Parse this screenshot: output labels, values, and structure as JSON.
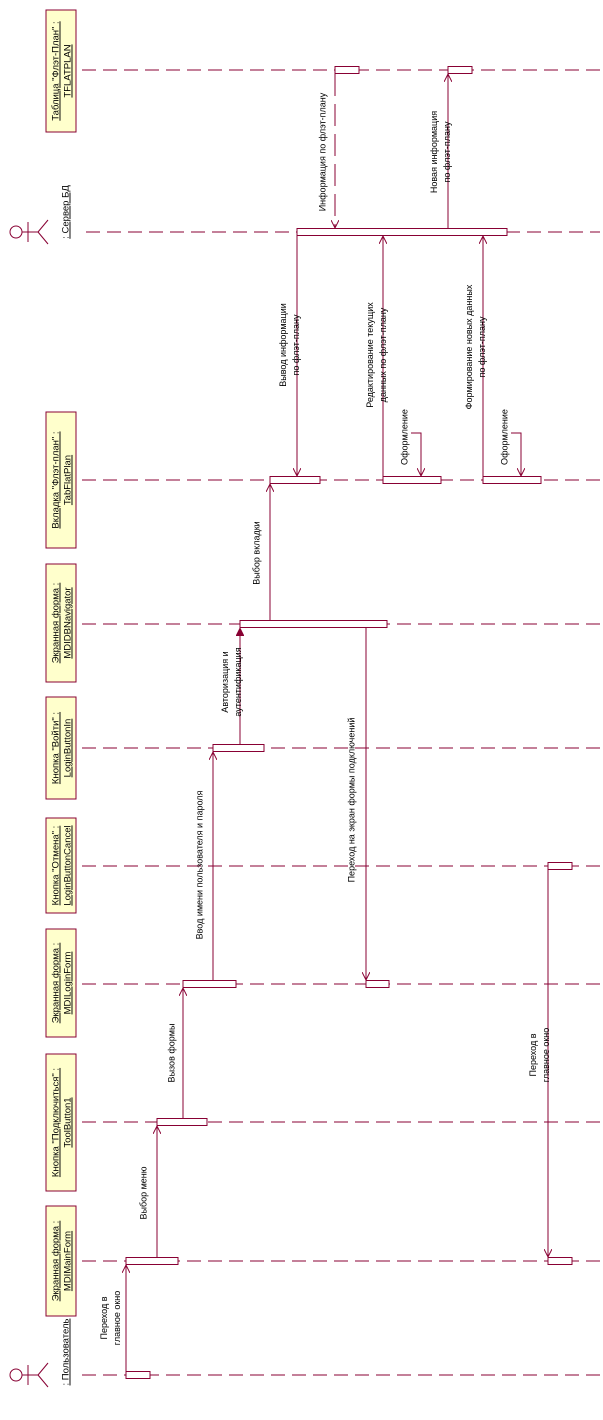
{
  "colors": {
    "line": "#880033",
    "box_fill": "#ffffcc",
    "box_border": "#880033",
    "text": "#000000"
  },
  "participants": [
    {
      "id": "table_flatplan",
      "kind": "object",
      "lines": [
        "Таблица \"Флэт-План\" :",
        "TFLATPLAN"
      ]
    },
    {
      "id": "db_server",
      "kind": "actor",
      "lines": [
        ": Сервер БД"
      ]
    },
    {
      "id": "tab_flatplan",
      "kind": "object",
      "lines": [
        "Вкладка \"Флэт-план\" :",
        "TabFlatPlan"
      ]
    },
    {
      "id": "mdidbnavigator",
      "kind": "object",
      "lines": [
        "Экранная форма :",
        "MDIDBNavigator"
      ]
    },
    {
      "id": "login_button_in",
      "kind": "object",
      "lines": [
        "Кнопка \"Войти\" :",
        "LoginButtonIn"
      ]
    },
    {
      "id": "login_button_cancel",
      "kind": "object",
      "lines": [
        "Кнопка \"Отмена\" :",
        "LoginButtonCancel"
      ]
    },
    {
      "id": "mdiloginform",
      "kind": "object",
      "lines": [
        "Экранная форма :",
        "MDILoginForm"
      ]
    },
    {
      "id": "toolbutton1",
      "kind": "object",
      "lines": [
        "Кнопка \"Подключиться\" :",
        "ToolButton1"
      ]
    },
    {
      "id": "mdimainform",
      "kind": "object",
      "lines": [
        "Экранная форма :",
        "MDIMainForm"
      ]
    },
    {
      "id": "user",
      "kind": "actor",
      "lines": [
        ": Пользователь"
      ]
    }
  ],
  "messages": [
    {
      "id": "go-main-window",
      "lines": [
        "Переход в",
        "главное окно"
      ]
    },
    {
      "id": "menu-select",
      "lines": [
        "Выбор меню"
      ]
    },
    {
      "id": "form-call",
      "lines": [
        "Вызов формы"
      ]
    },
    {
      "id": "enter-credentials",
      "lines": [
        "Ввод имени пользователя и пароля"
      ]
    },
    {
      "id": "auth",
      "lines": [
        "Авторизация и",
        "аутентификация"
      ]
    },
    {
      "id": "tab-select",
      "lines": [
        "Выбор вкладки"
      ]
    },
    {
      "id": "go-connection-screen",
      "lines": [
        "Переход на экран формы подключений"
      ]
    },
    {
      "id": "go-main-window-2",
      "lines": [
        "Переход в",
        "главное окно"
      ]
    },
    {
      "id": "flatplan-info",
      "lines": [
        "Информация по флэт-плану"
      ]
    },
    {
      "id": "show-info",
      "lines": [
        "Вывод информации",
        "по флэт-плану"
      ]
    },
    {
      "id": "edit-current",
      "lines": [
        "Редактирование текущих",
        "данных по флэт-плану"
      ]
    },
    {
      "id": "format-1",
      "lines": [
        "Оформление"
      ]
    },
    {
      "id": "new-info",
      "lines": [
        "Новая информация",
        "по флэт-плану"
      ]
    },
    {
      "id": "form-new-data",
      "lines": [
        "Формирование новых данных",
        "по флэт-плану"
      ]
    },
    {
      "id": "format-2",
      "lines": [
        "Оформление"
      ]
    }
  ]
}
